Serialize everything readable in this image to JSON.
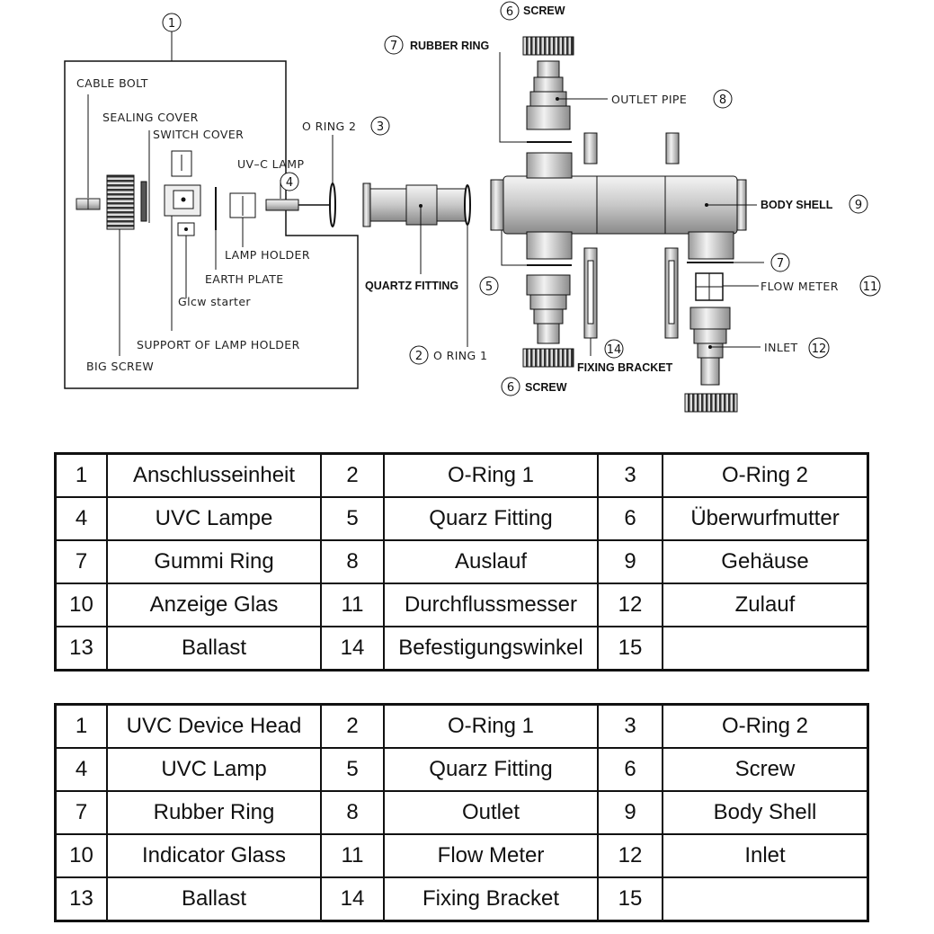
{
  "diagram": {
    "labels": {
      "cable_bolt": "CABLE BOLT",
      "sealing_cover": "SEALING COVER",
      "switch_cover": "SWITCH COVER",
      "uvc_lamp": "UV–C LAMP",
      "o_ring_2": "O RING 2",
      "lamp_holder": "LAMP HOLDER",
      "earth_plate": "EARTH PLATE",
      "glow_starter": "Glcw starter",
      "support_lamp_holder": "SUPPORT OF LAMP HOLDER",
      "big_screw": "BIG SCREW",
      "quartz_fitting": "QUARTZ FITTING",
      "o_ring_1": "O RING 1",
      "screw_top": "SCREW",
      "rubber_ring": "RUBBER RING",
      "outlet_pipe": "OUTLET PIPE",
      "body_shell": "BODY SHELL",
      "flow_meter": "FLOW METER",
      "inlet": "INLET",
      "fixing_bracket": "FIXING BRACKET",
      "screw_bottom": "SCREW"
    },
    "callouts": {
      "c1": "1",
      "c2": "2",
      "c3": "3",
      "c4": "4",
      "c5": "5",
      "c6a": "6",
      "c6b": "6",
      "c7a": "7",
      "c7b": "7",
      "c8": "8",
      "c9": "9",
      "c11": "11",
      "c12": "12",
      "c14": "14"
    }
  },
  "tables": {
    "german": [
      [
        "1",
        "Anschlusseinheit",
        "2",
        "O-Ring 1",
        "3",
        "O-Ring 2"
      ],
      [
        "4",
        "UVC Lampe",
        "5",
        "Quarz Fitting",
        "6",
        "Überwurfmutter"
      ],
      [
        "7",
        "Gummi Ring",
        "8",
        "Auslauf",
        "9",
        "Gehäuse"
      ],
      [
        "10",
        "Anzeige Glas",
        "11",
        "Durchflussmesser",
        "12",
        "Zulauf"
      ],
      [
        "13",
        "Ballast",
        "14",
        "Befestigungswinkel",
        "15",
        ""
      ]
    ],
    "english": [
      [
        "1",
        "UVC Device Head",
        "2",
        "O-Ring 1",
        "3",
        "O-Ring 2"
      ],
      [
        "4",
        "UVC Lamp",
        "5",
        "Quarz Fitting",
        "6",
        "Screw"
      ],
      [
        "7",
        "Rubber Ring",
        "8",
        "Outlet",
        "9",
        "Body Shell"
      ],
      [
        "10",
        "Indicator Glass",
        "11",
        "Flow Meter",
        "12",
        "Inlet"
      ],
      [
        "13",
        "Ballast",
        "14",
        "Fixing Bracket",
        "15",
        ""
      ]
    ]
  }
}
